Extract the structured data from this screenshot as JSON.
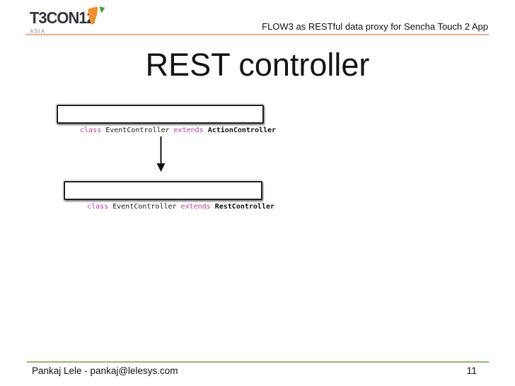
{
  "colors": {
    "header_divider": "#edab8b",
    "footer_divider": "#93b874",
    "code_keyword": "#bb3da3",
    "code_text": "#1a1a1a",
    "logo_orange": "#f1912a",
    "logo_green": "#3fa344",
    "background": "#ffffff"
  },
  "header": {
    "brand": "T3CON12",
    "brand_region": "ASIA",
    "topic": "FLOW3 as RESTful data proxy for Sencha Touch 2 App"
  },
  "title": "REST controller",
  "diagram": {
    "box_action": {
      "keyword_class": "class ",
      "class_name": "EventController ",
      "keyword_extends": "extends ",
      "parent_class": "ActionController"
    },
    "box_rest": {
      "keyword_class": "class ",
      "class_name": "EventController ",
      "keyword_extends": "extends ",
      "parent_class": "RestController"
    }
  },
  "footer": {
    "author": "Pankaj Lele - pankaj@lelesys.com",
    "page_number": "11"
  }
}
